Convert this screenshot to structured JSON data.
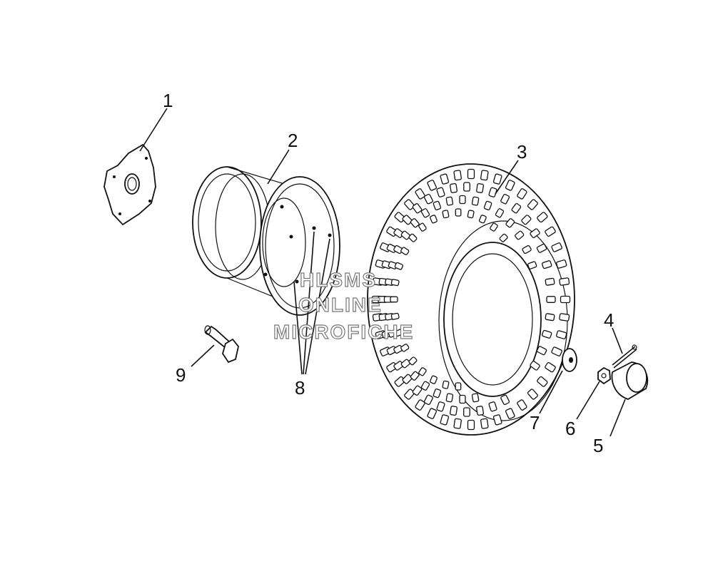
{
  "callouts": [
    {
      "id": "1",
      "text": "1"
    },
    {
      "id": "2",
      "text": "2"
    },
    {
      "id": "3",
      "text": "3"
    },
    {
      "id": "4",
      "text": "4"
    },
    {
      "id": "5",
      "text": "5"
    },
    {
      "id": "6",
      "text": "6"
    },
    {
      "id": "7",
      "text": "7"
    },
    {
      "id": "8",
      "text": "8"
    },
    {
      "id": "9",
      "text": "9"
    }
  ],
  "watermark": {
    "line1": "HLSMS",
    "line2": "ONLINE",
    "line3": "MICROFICHE"
  }
}
